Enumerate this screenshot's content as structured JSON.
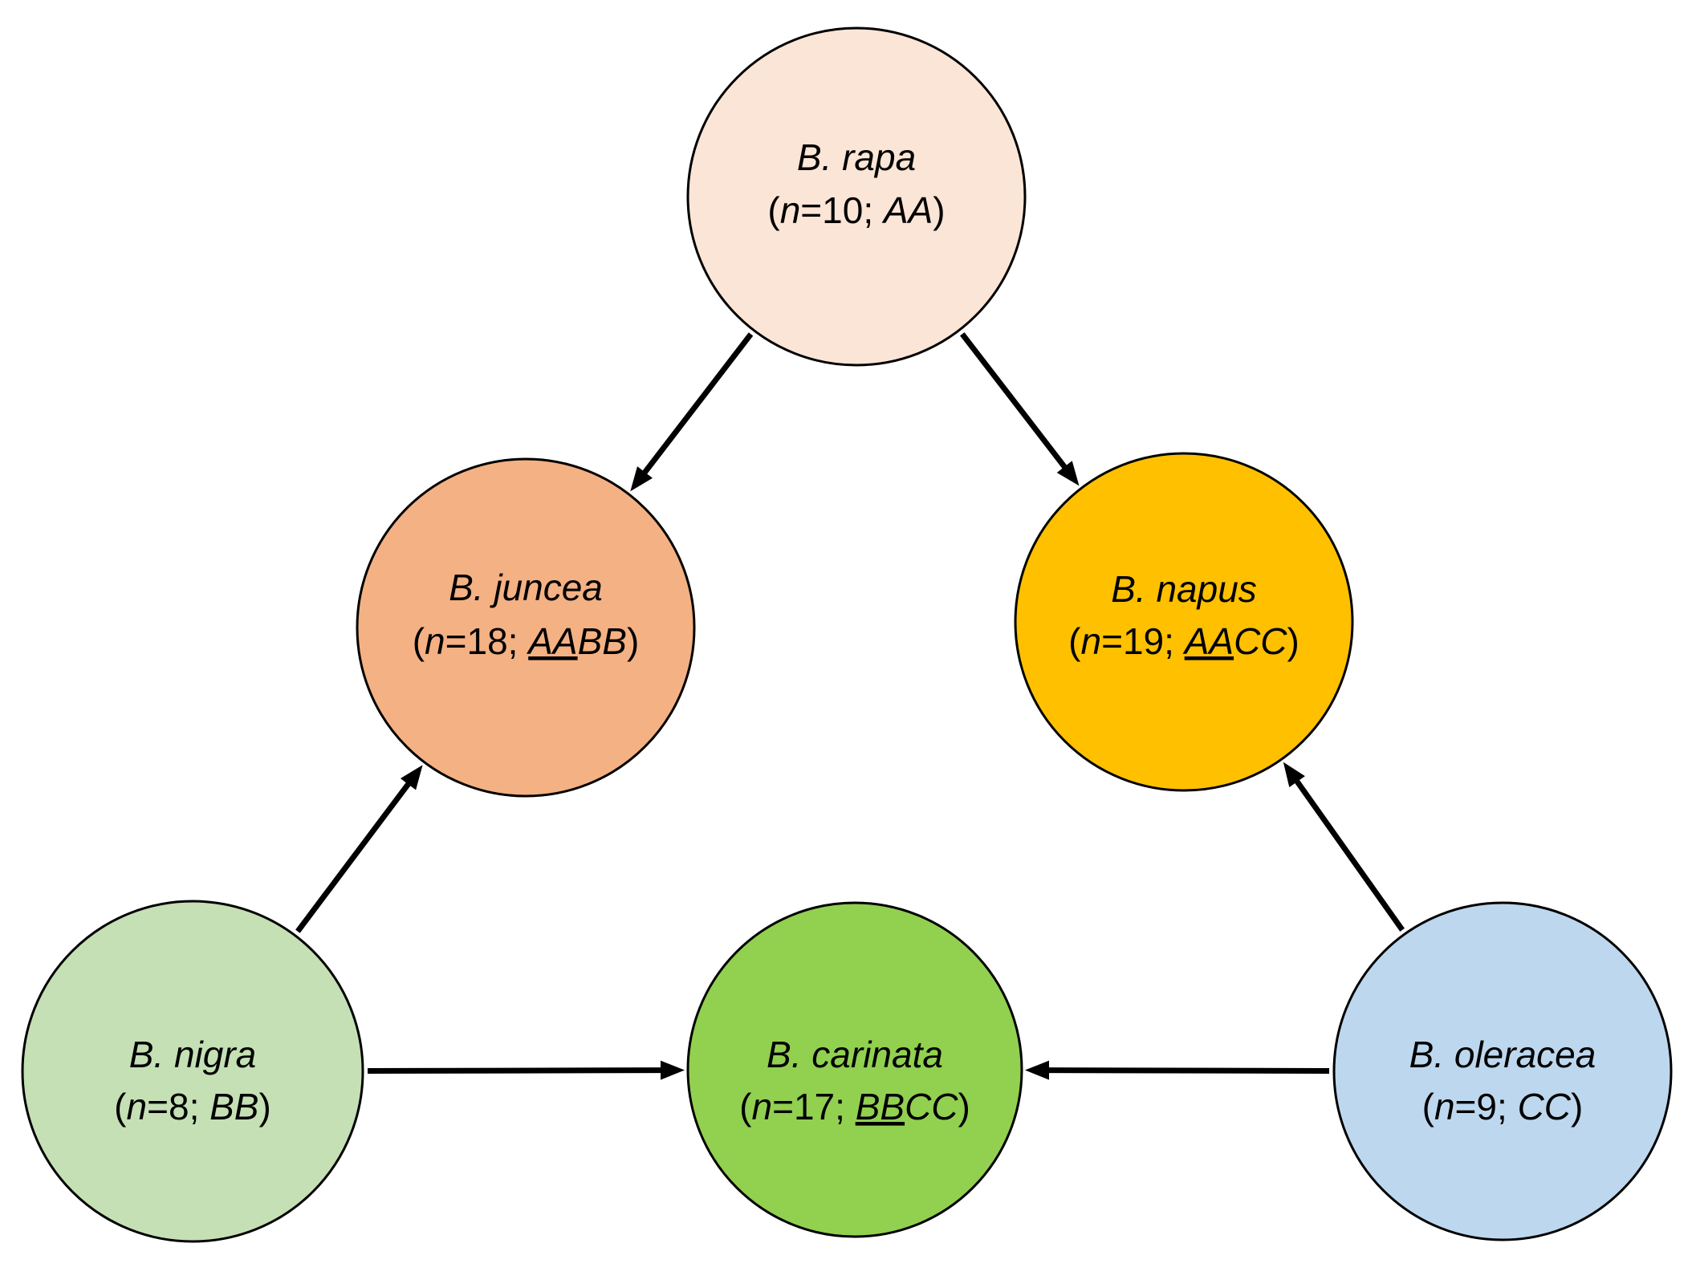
{
  "nodes": {
    "rapa": {
      "species": "B. rapa",
      "n_value": "10",
      "genome_underlined": "",
      "genome_plain": "AA",
      "fill": "#FBE5D6"
    },
    "juncea": {
      "species": "B. juncea",
      "n_value": "18",
      "genome_underlined": "AA",
      "genome_plain": "BB",
      "fill": "#F4B183"
    },
    "napus": {
      "species": "B. napus",
      "n_value": "19",
      "genome_underlined": "AA",
      "genome_plain": "CC",
      "fill": "#FFC000"
    },
    "nigra": {
      "species": "B. nigra",
      "n_value": "8",
      "genome_underlined": "",
      "genome_plain": "BB",
      "fill": "#C5E0B4"
    },
    "carinata": {
      "species": "B. carinata",
      "n_value": "17",
      "genome_underlined": "BB",
      "genome_plain": "CC",
      "fill": "#92D050"
    },
    "oleracea": {
      "species": "B. oleracea",
      "n_value": "9",
      "genome_underlined": "",
      "genome_plain": "CC",
      "fill": "#BDD7EE"
    }
  },
  "label_parts": {
    "open_paren": "(",
    "n_symbol": "n",
    "equals": "=",
    "separator": "; ",
    "close_paren": ")"
  },
  "edges": [
    {
      "from": "rapa",
      "to": "juncea"
    },
    {
      "from": "rapa",
      "to": "napus"
    },
    {
      "from": "nigra",
      "to": "juncea"
    },
    {
      "from": "nigra",
      "to": "carinata"
    },
    {
      "from": "oleracea",
      "to": "napus"
    },
    {
      "from": "oleracea",
      "to": "carinata"
    }
  ],
  "colors": {
    "stroke": "#000000",
    "background": "#FFFFFF"
  }
}
